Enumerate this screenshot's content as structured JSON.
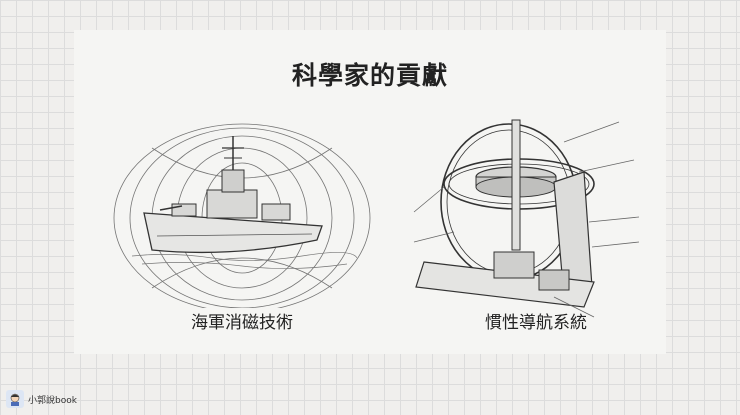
{
  "slide": {
    "title": "科學家的貢獻",
    "left_caption": "海軍消磁技術",
    "right_caption": "慣性導航系統"
  },
  "footer": {
    "brand": "小郭說book",
    "avatar_icon": "cartoon-avatar-icon"
  },
  "illustrations": {
    "left": "warship-magnetic-field-sketch",
    "right": "gyroscope-sketch"
  },
  "colors": {
    "background": "#f0efed",
    "grid": "#dcdcdc",
    "card": "#f5f5f3",
    "ink": "#222222"
  }
}
